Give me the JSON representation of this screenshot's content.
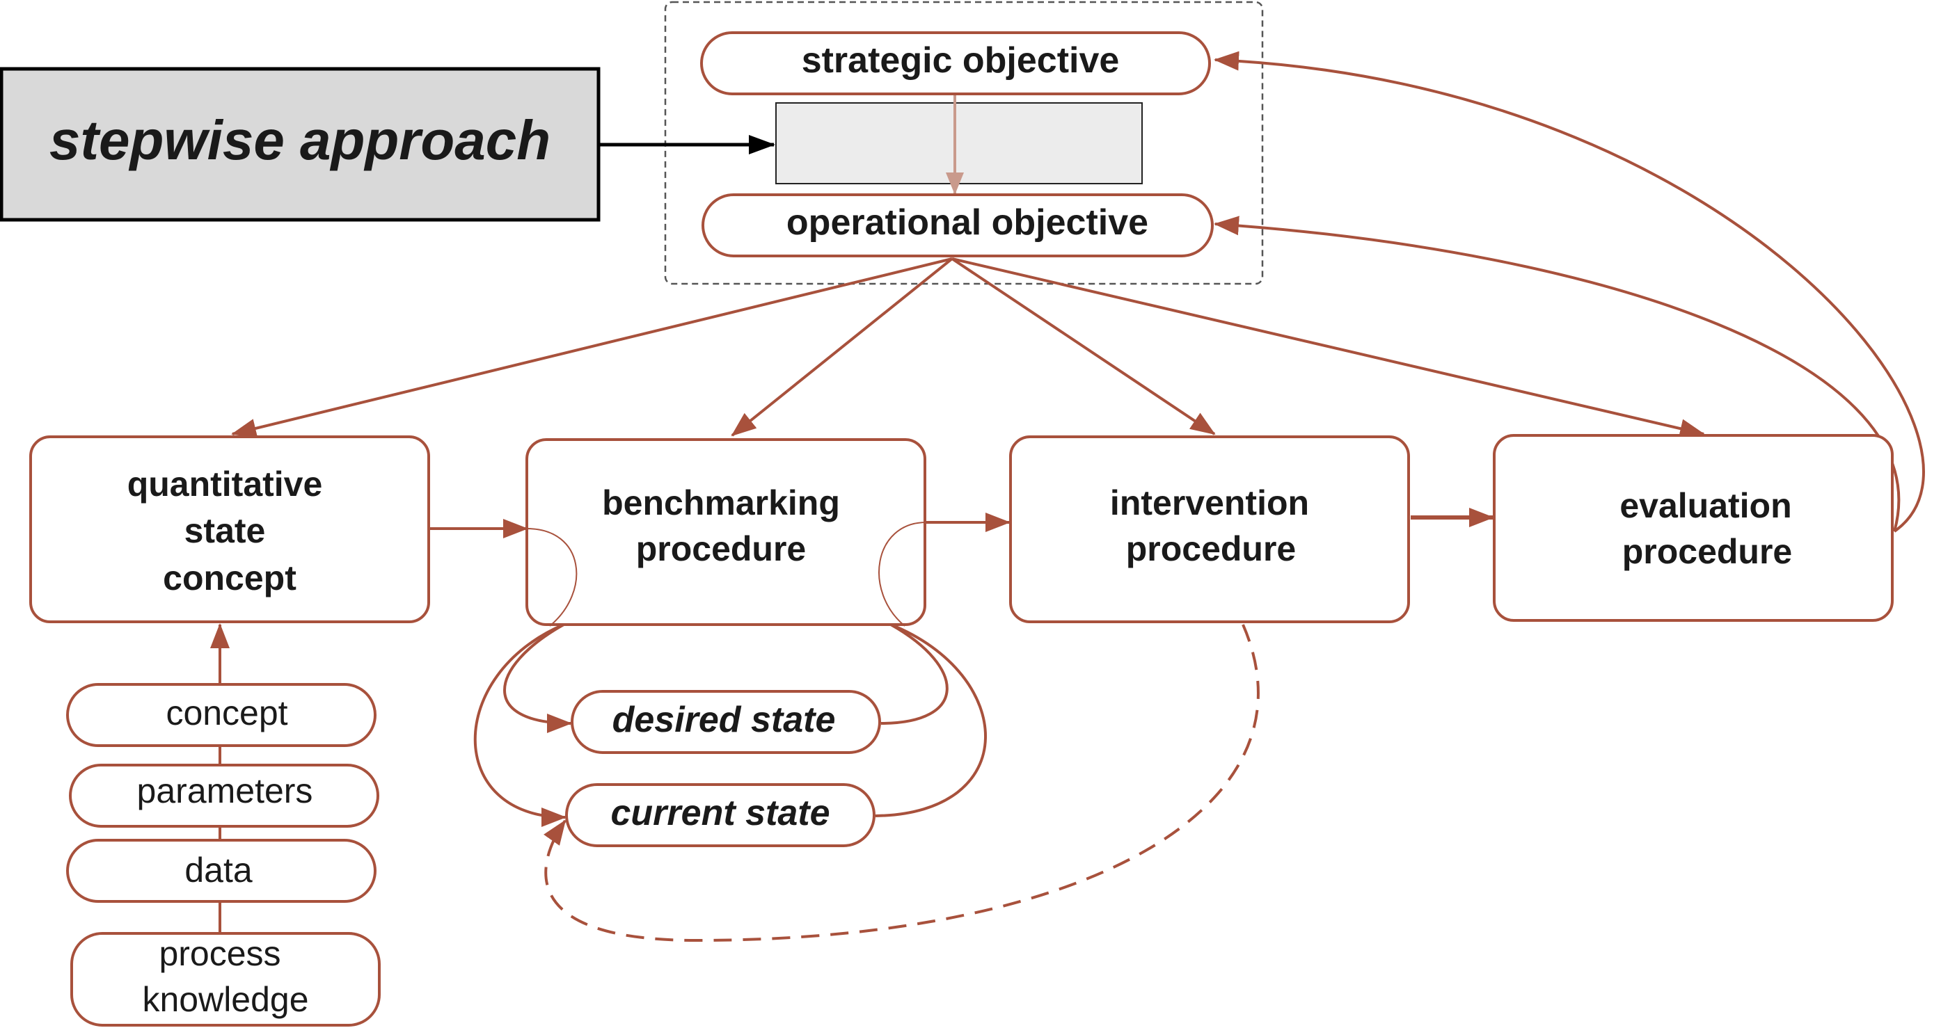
{
  "colors": {
    "accent": "#a8513c",
    "accent_light": "#c99a8c",
    "text": "#1a1a1a",
    "callout_fill": "#d9d9d9",
    "placeholder_fill": "#ececec",
    "group_border": "#555555"
  },
  "callout": {
    "label": "stepwise approach"
  },
  "objectives": {
    "strategic": "strategic objective",
    "operational": "operational objective"
  },
  "procedures": {
    "quantitative": [
      "quantitative",
      "state",
      "concept"
    ],
    "benchmarking": [
      "benchmarking",
      "procedure"
    ],
    "intervention": [
      "intervention",
      "procedure"
    ],
    "evaluation": [
      "evaluation",
      "procedure"
    ]
  },
  "states": {
    "desired": "desired state",
    "current": "current state"
  },
  "inputs": {
    "concept": "concept",
    "parameters": "parameters",
    "data": "data",
    "process_knowledge": [
      "process",
      "knowledge"
    ]
  }
}
